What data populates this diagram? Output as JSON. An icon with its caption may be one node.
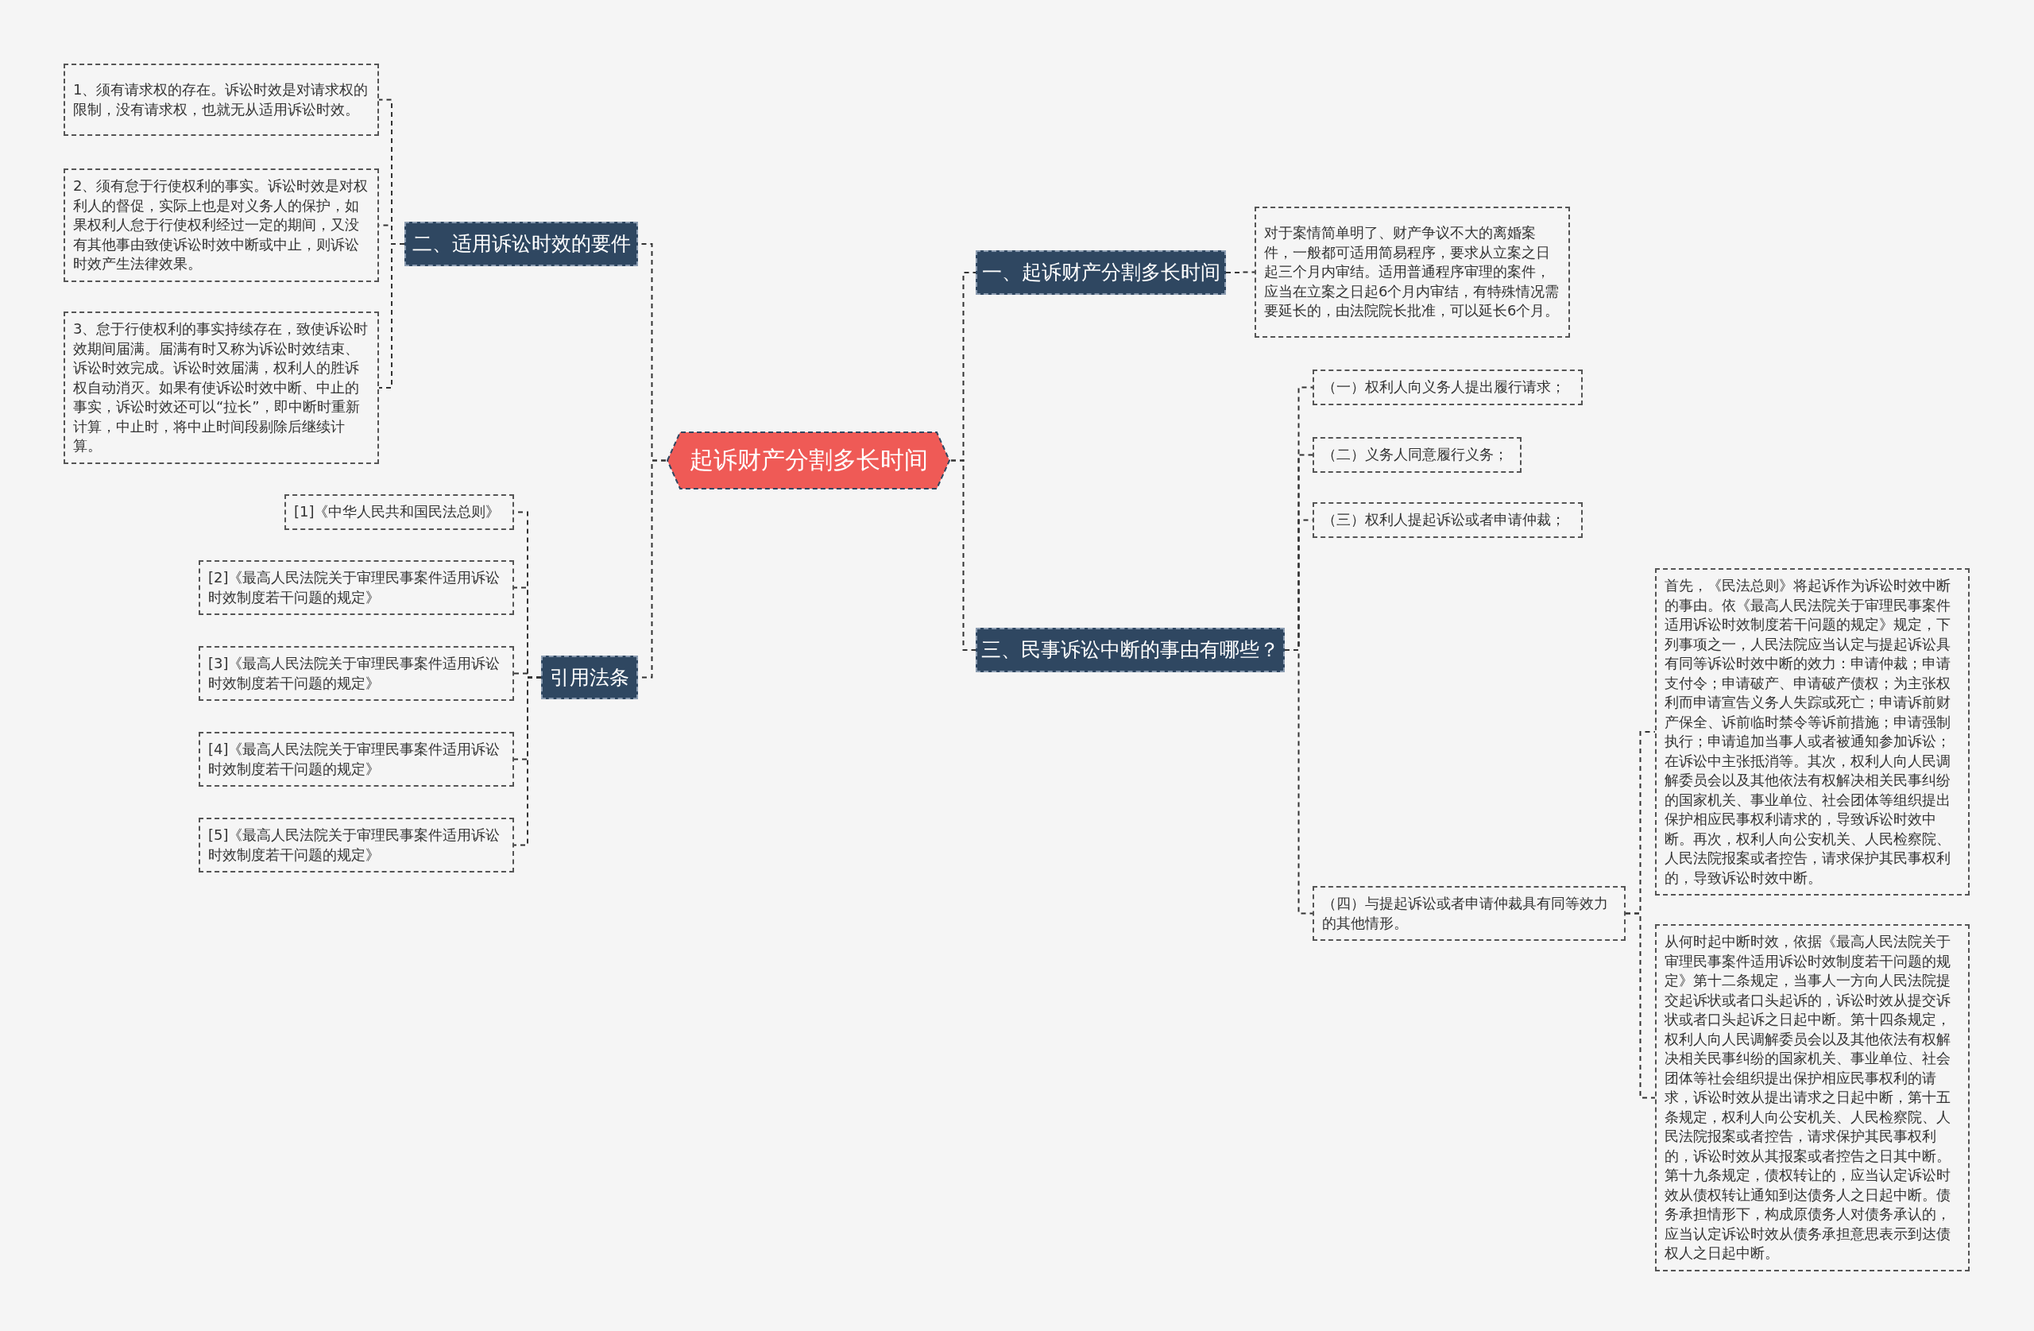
{
  "diagram": {
    "nodes": [
      {
        "text": [
          "起诉财产分割多长时间"
        ]
      },
      {
        "text": [
          "一、起诉财产分割多长时间"
        ]
      },
      {
        "text": [
          "对于案情简单明了、财产争议不大的离婚案件，一般都可适用简易程序，要求从立案之日起三个月内审结。适用普通程序审理的案件，应当在立案之日起6个月内审结，有特殊情况需要延长的，由法院院长批准，可以延长6个月。"
        ]
      },
      {
        "text": [
          "三、民事诉讼中断的事由有哪些？"
        ]
      },
      {
        "text": [
          "（一）权利人向义务人提出履行请求；"
        ]
      },
      {
        "text": [
          "（二）义务人同意履行义务；"
        ]
      },
      {
        "text": [
          "（三）权利人提起诉讼或者申请仲裁；"
        ]
      },
      {
        "text": [
          "（四）与提起诉讼或者申请仲裁具有同等效力的其他情形。"
        ]
      },
      {
        "text": [
          "首先，《民法总则》将起诉作为诉讼时效中断的事由。依《最高人民法院关于审理民事案件适用诉讼时效制度若干问题的规定》规定，下列事项之一，人民法院应当认定与提起诉讼具有同等诉讼时效中断的效力：申请仲裁；申请支付令；申请破产、申请破产债权；为主张权利而申请宣告义务人失踪或死亡；申请诉前财产保全、诉前临时禁令等诉前措施；申请强制执行；申请追加当事人或者被通知参加诉讼；在诉讼中主张抵消等。其次，权利人向人民调解委员会以及其他依法有权解决相关民事纠纷的国家机关、事业单位、社会团体等组织提出保护相应民事权利请求的，导致诉讼时效中断。再次，权利人向公安机关、人民检察院、人民法院报案或者控告，请求保护其民事权利的，导致诉讼时效中断。"
        ]
      },
      {
        "text": [
          "从何时起中断时效，依据《最高人民法院关于审理民事案件适用诉讼时效制度若干问题的规定》第十二条规定，当事人一方向人民法院提交起诉状或者口头起诉的，诉讼时效从提交诉状或者口头起诉之日起中断。第十四条规定，权利人向人民调解委员会以及其他依法有权解决相关民事纠纷的国家机关、事业单位、社会团体等社会组织提出保护相应民事权利的请求，诉讼时效从提出请求之日起中断，第十五条规定，权利人向公安机关、人民检察院、人民法院报案或者控告，请求保护其民事权利的，诉讼时效从其报案或者控告之日其中断。第十九条规定，债权转让的，应当认定诉讼时效从债权转让通知到达债务人之日起中断。债务承担情形下，构成原债务人对债务承认的，应当认定诉讼时效从债务承担意思表示到达债权人之日起中断。"
        ]
      },
      {
        "text": [
          "二、适用诉讼时效的要件"
        ]
      },
      {
        "text": [
          "1、须有请求权的存在。诉讼时效是对请求权的限制，没有请求权，也就无从适用诉讼时效。"
        ]
      },
      {
        "text": [
          "2、须有怠于行使权利的事实。诉讼时效是对权利人的督促，实际上也是对义务人的保护，如果权利人怠于行使权利经过一定的期间，又没有其他事由致使诉讼时效中断或中止，则诉讼时效产生法律效果。"
        ]
      },
      {
        "text": [
          "3、怠于行使权利的事实持续存在，致使诉讼时效期间届满。届满有时又称为诉讼时效结束、诉讼时效完成。诉讼时效届满，权利人的胜诉权自动消灭。如果有使诉讼时效中断、中止的事实，诉讼时效还可以“拉长”，即中断时重新计算，中止时，将中止时间段剔除后继续计算。"
        ]
      },
      {
        "text": [
          "引用法条"
        ]
      },
      {
        "text": [
          "[1]《中华人民共和国民法总则》"
        ]
      },
      {
        "text": [
          "[2]《最高人民法院关于审理民事案件适用诉讼时效制度若干问题的规定》"
        ]
      },
      {
        "text": [
          "[3]《最高人民法院关于审理民事案件适用诉讼时效制度若干问题的规定》"
        ]
      },
      {
        "text": [
          "[4]《最高人民法院关于审理民事案件适用诉讼时效制度若干问题的规定》"
        ]
      },
      {
        "text": [
          "[5]《最高人民法院关于审理民事案件适用诉讼时效制度若干问题的规定》"
        ]
      }
    ],
    "edges": [
      {
        "from": 0,
        "to": 1,
        "arrow": "none"
      },
      {
        "from": 1,
        "to": 2,
        "arrow": "none"
      },
      {
        "from": 0,
        "to": 3,
        "arrow": "none"
      },
      {
        "from": 3,
        "to": 4,
        "arrow": "none"
      },
      {
        "from": 3,
        "to": 5,
        "arrow": "none"
      },
      {
        "from": 3,
        "to": 6,
        "arrow": "none"
      },
      {
        "from": 3,
        "to": 7,
        "arrow": "none"
      },
      {
        "from": 7,
        "to": 8,
        "arrow": "none"
      },
      {
        "from": 7,
        "to": 9,
        "arrow": "none"
      },
      {
        "from": 0,
        "to": 10,
        "arrow": "none"
      },
      {
        "from": 10,
        "to": 11,
        "arrow": "none"
      },
      {
        "from": 10,
        "to": 12,
        "arrow": "none"
      },
      {
        "from": 10,
        "to": 13,
        "arrow": "none"
      },
      {
        "from": 0,
        "to": 14,
        "arrow": "none"
      },
      {
        "from": 14,
        "to": 15,
        "arrow": "none"
      },
      {
        "from": 14,
        "to": 16,
        "arrow": "none"
      },
      {
        "from": 14,
        "to": 17,
        "arrow": "none"
      },
      {
        "from": 14,
        "to": 18,
        "arrow": "none"
      },
      {
        "from": 14,
        "to": 19,
        "arrow": "none"
      }
    ]
  }
}
